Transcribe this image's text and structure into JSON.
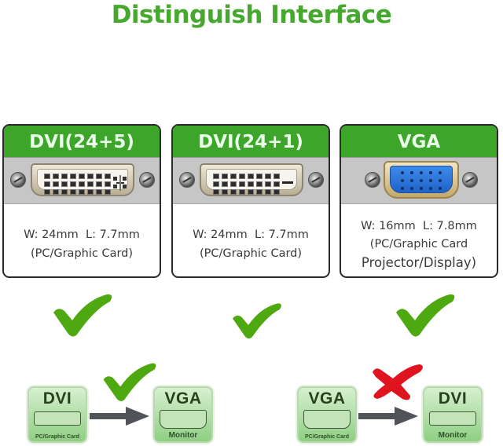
{
  "title": "Distinguish Interface",
  "colors": {
    "title_green": "#46a82e",
    "header_green": "#3ea52b",
    "check_green": "#4ea80f",
    "cross_red": "#e0141e",
    "vga_blue": "#2f78e0"
  },
  "cards": [
    {
      "name": "DVI(24+5)",
      "connector": "dvi-24-5",
      "dimensions": "W: 24mm  L: 7.7mm",
      "usage": "(PC/Graphic Card)",
      "status_icon": "checkmark-icon"
    },
    {
      "name": "DVI(24+1)",
      "connector": "dvi-24-1",
      "dimensions": "W: 24mm  L: 7.7mm",
      "usage": "(PC/Graphic Card)",
      "status_icon": "checkmark-icon"
    },
    {
      "name": "VGA",
      "connector": "vga",
      "dimensions": "W: 16mm  L: 7.8mm",
      "usage": "(PC/Graphic Card",
      "usage_line2": "Projector/Display)",
      "status_icon": "checkmark-icon"
    }
  ],
  "conversions": [
    {
      "source": {
        "label": "DVI",
        "sublabel": "PC/Graphic Card"
      },
      "target": {
        "label": "VGA",
        "sublabel": "Monitor"
      },
      "result_icon": "checkmark-icon",
      "supported": true
    },
    {
      "source": {
        "label": "VGA",
        "sublabel": "PC/Graphic Card"
      },
      "target": {
        "label": "DVI",
        "sublabel": "Monitor"
      },
      "result_icon": "cross-icon",
      "supported": false
    }
  ]
}
